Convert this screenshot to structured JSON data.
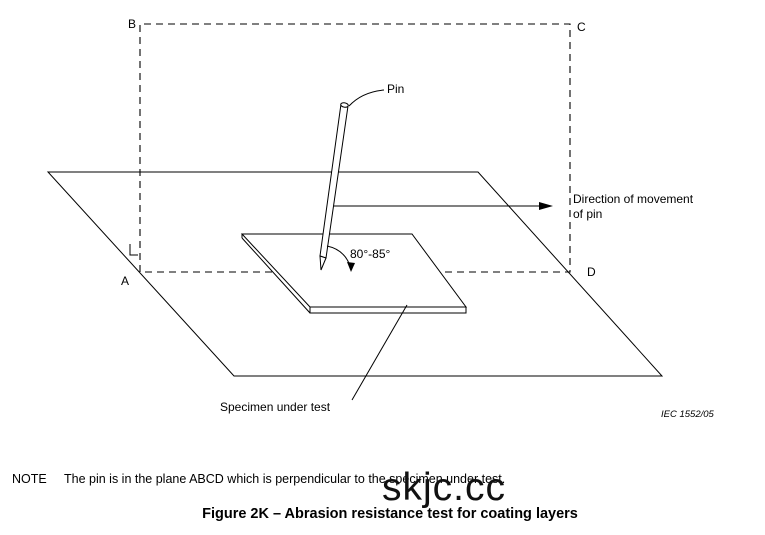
{
  "figure": {
    "labels": {
      "corner_a": "A",
      "corner_b": "B",
      "corner_c": "C",
      "corner_d": "D",
      "pin": "Pin",
      "direction_line1": "Direction of movement",
      "direction_line2": "of pin",
      "angle": "80°-85°",
      "specimen": "Specimen under test",
      "reference": "IEC  1552/05"
    },
    "note_tag": "NOTE",
    "note_text": "The pin is in the plane ABCD which is perpendicular to the specimen under test.",
    "caption": "Figure 2K – Abrasion resistance test for coating layers",
    "watermark": "skjc.cc"
  }
}
